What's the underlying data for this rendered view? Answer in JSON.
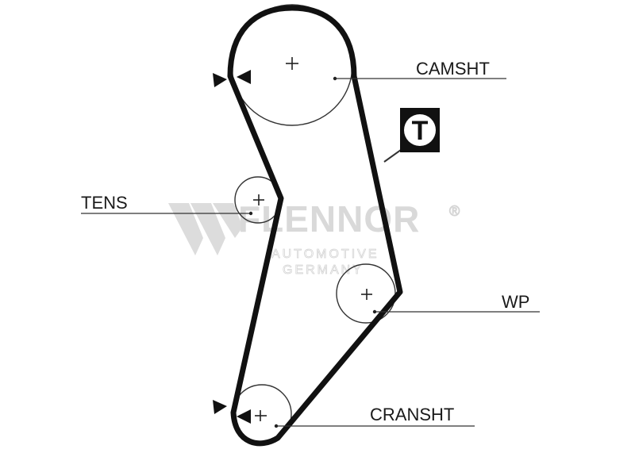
{
  "watermark": {
    "brand": "FLENNOR",
    "registered": "®",
    "line1": "AUTOMOTIVE",
    "line2": "GERMANY"
  },
  "badge": {
    "letter": "T"
  },
  "labels": {
    "camshaft": "CAMSHT",
    "tensioner": "TENS",
    "water_pump": "WP",
    "crankshaft": "CRANSHT"
  },
  "colors": {
    "belt": "#111111",
    "pulley": "#333333",
    "watermark": "#d9d9d9"
  }
}
